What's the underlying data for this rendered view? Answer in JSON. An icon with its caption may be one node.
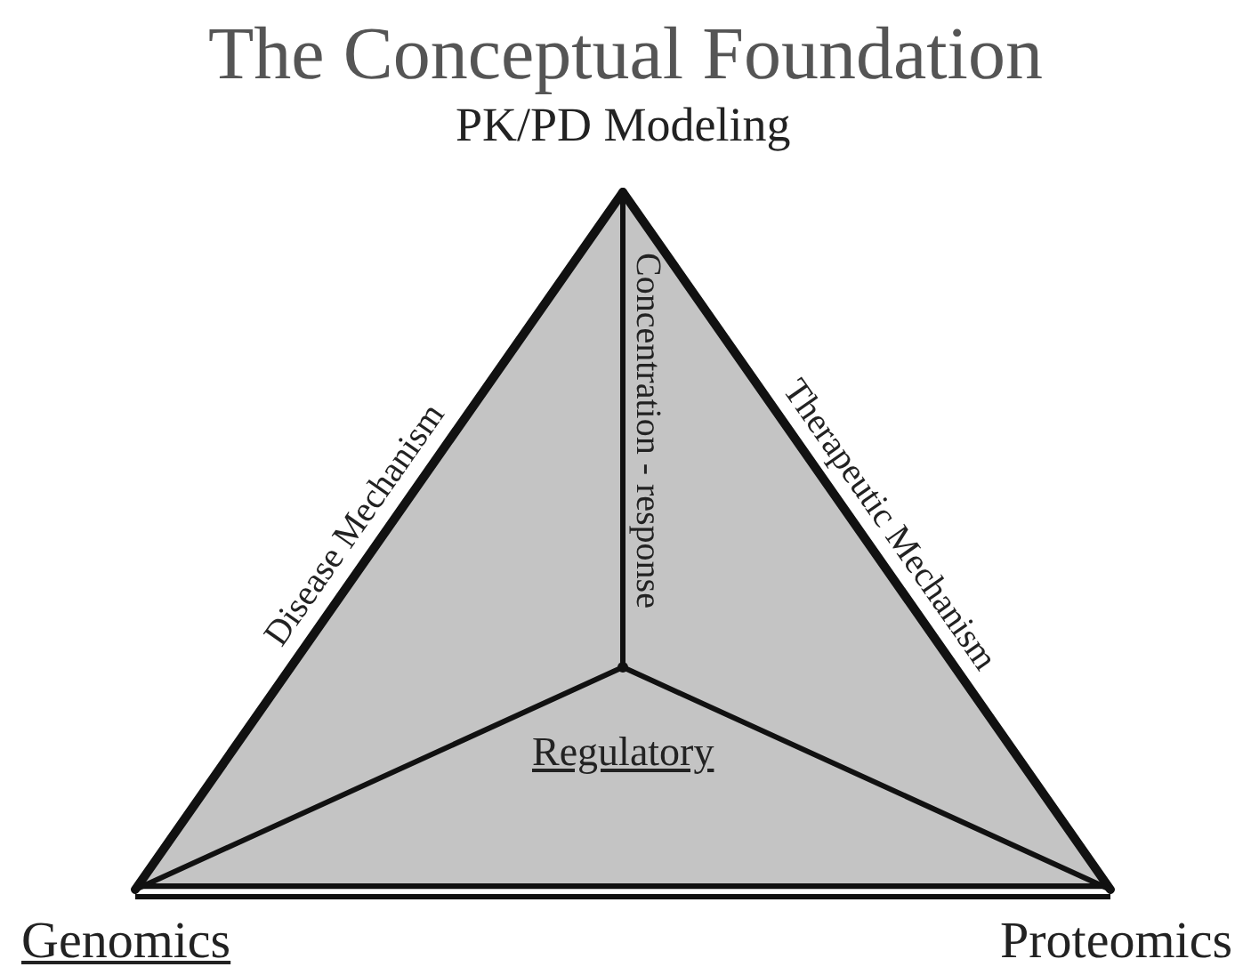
{
  "diagram": {
    "title": "The Conceptual Foundation",
    "nodes": [
      {
        "text": [
          "PK/PD Modeling"
        ]
      },
      {
        "text": [
          "Genomics"
        ]
      },
      {
        "text": [
          "Proteomics"
        ]
      },
      {
        "text": [],
        "shape": "point"
      }
    ],
    "edges": [
      {
        "from": 0,
        "to": 1,
        "arrow": "none",
        "label": "Disease Mechanism"
      },
      {
        "from": 0,
        "to": 2,
        "arrow": "none",
        "label": "Therapeutic Mechanism"
      },
      {
        "from": 1,
        "to": 2,
        "arrow": "none"
      },
      {
        "from": 3,
        "to": 0,
        "arrow": "none",
        "label": "Concentration - response"
      },
      {
        "from": 3,
        "to": 1,
        "arrow": "none"
      },
      {
        "from": 3,
        "to": 2,
        "arrow": "none"
      }
    ],
    "labels": [
      "Regulatory"
    ]
  }
}
